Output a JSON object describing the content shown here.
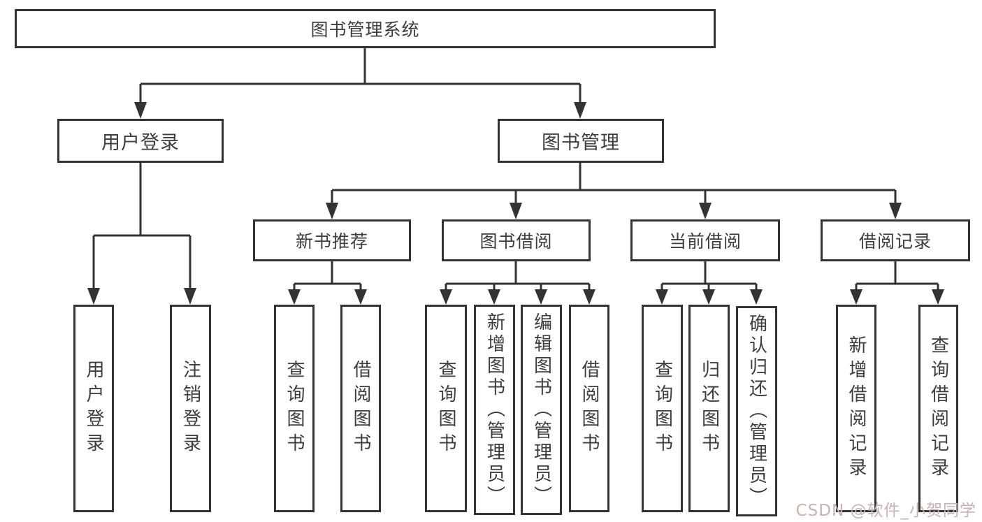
{
  "diagram_title": "图书管理系统",
  "nodes": {
    "root": "图书管理系统",
    "user_login": "用户登录",
    "book_mgmt": "图书管理",
    "new_book_rec": "新书推荐",
    "book_borrow": "图书借阅",
    "current_borrow": "当前借阅",
    "borrow_records": "借阅记录",
    "ul_login": "用户登录",
    "ul_logout": "注销登录",
    "nbr_query_books": "查询图书",
    "nbr_borrow_books": "借阅图书",
    "bb_query_books": "查询图书",
    "bb_add_books": "新增图书（管理员）",
    "bb_edit_books": "编辑图书（管理员）",
    "bb_borrow_books": "借阅图书",
    "cb_query_books": "查询图书",
    "cb_return_books": "归还图书",
    "cb_confirm_return": "确认归还（管理员）",
    "br_add_record": "新增借阅记录",
    "br_query_record": "查询借阅记录"
  },
  "watermark": {
    "text": "CSDN @软件_小贺同学"
  },
  "colors": {
    "background": "#ffffff",
    "line": "#333333",
    "box_border": "#333333",
    "text": "#3d3d3d",
    "watermark": "#c9b2b2"
  }
}
